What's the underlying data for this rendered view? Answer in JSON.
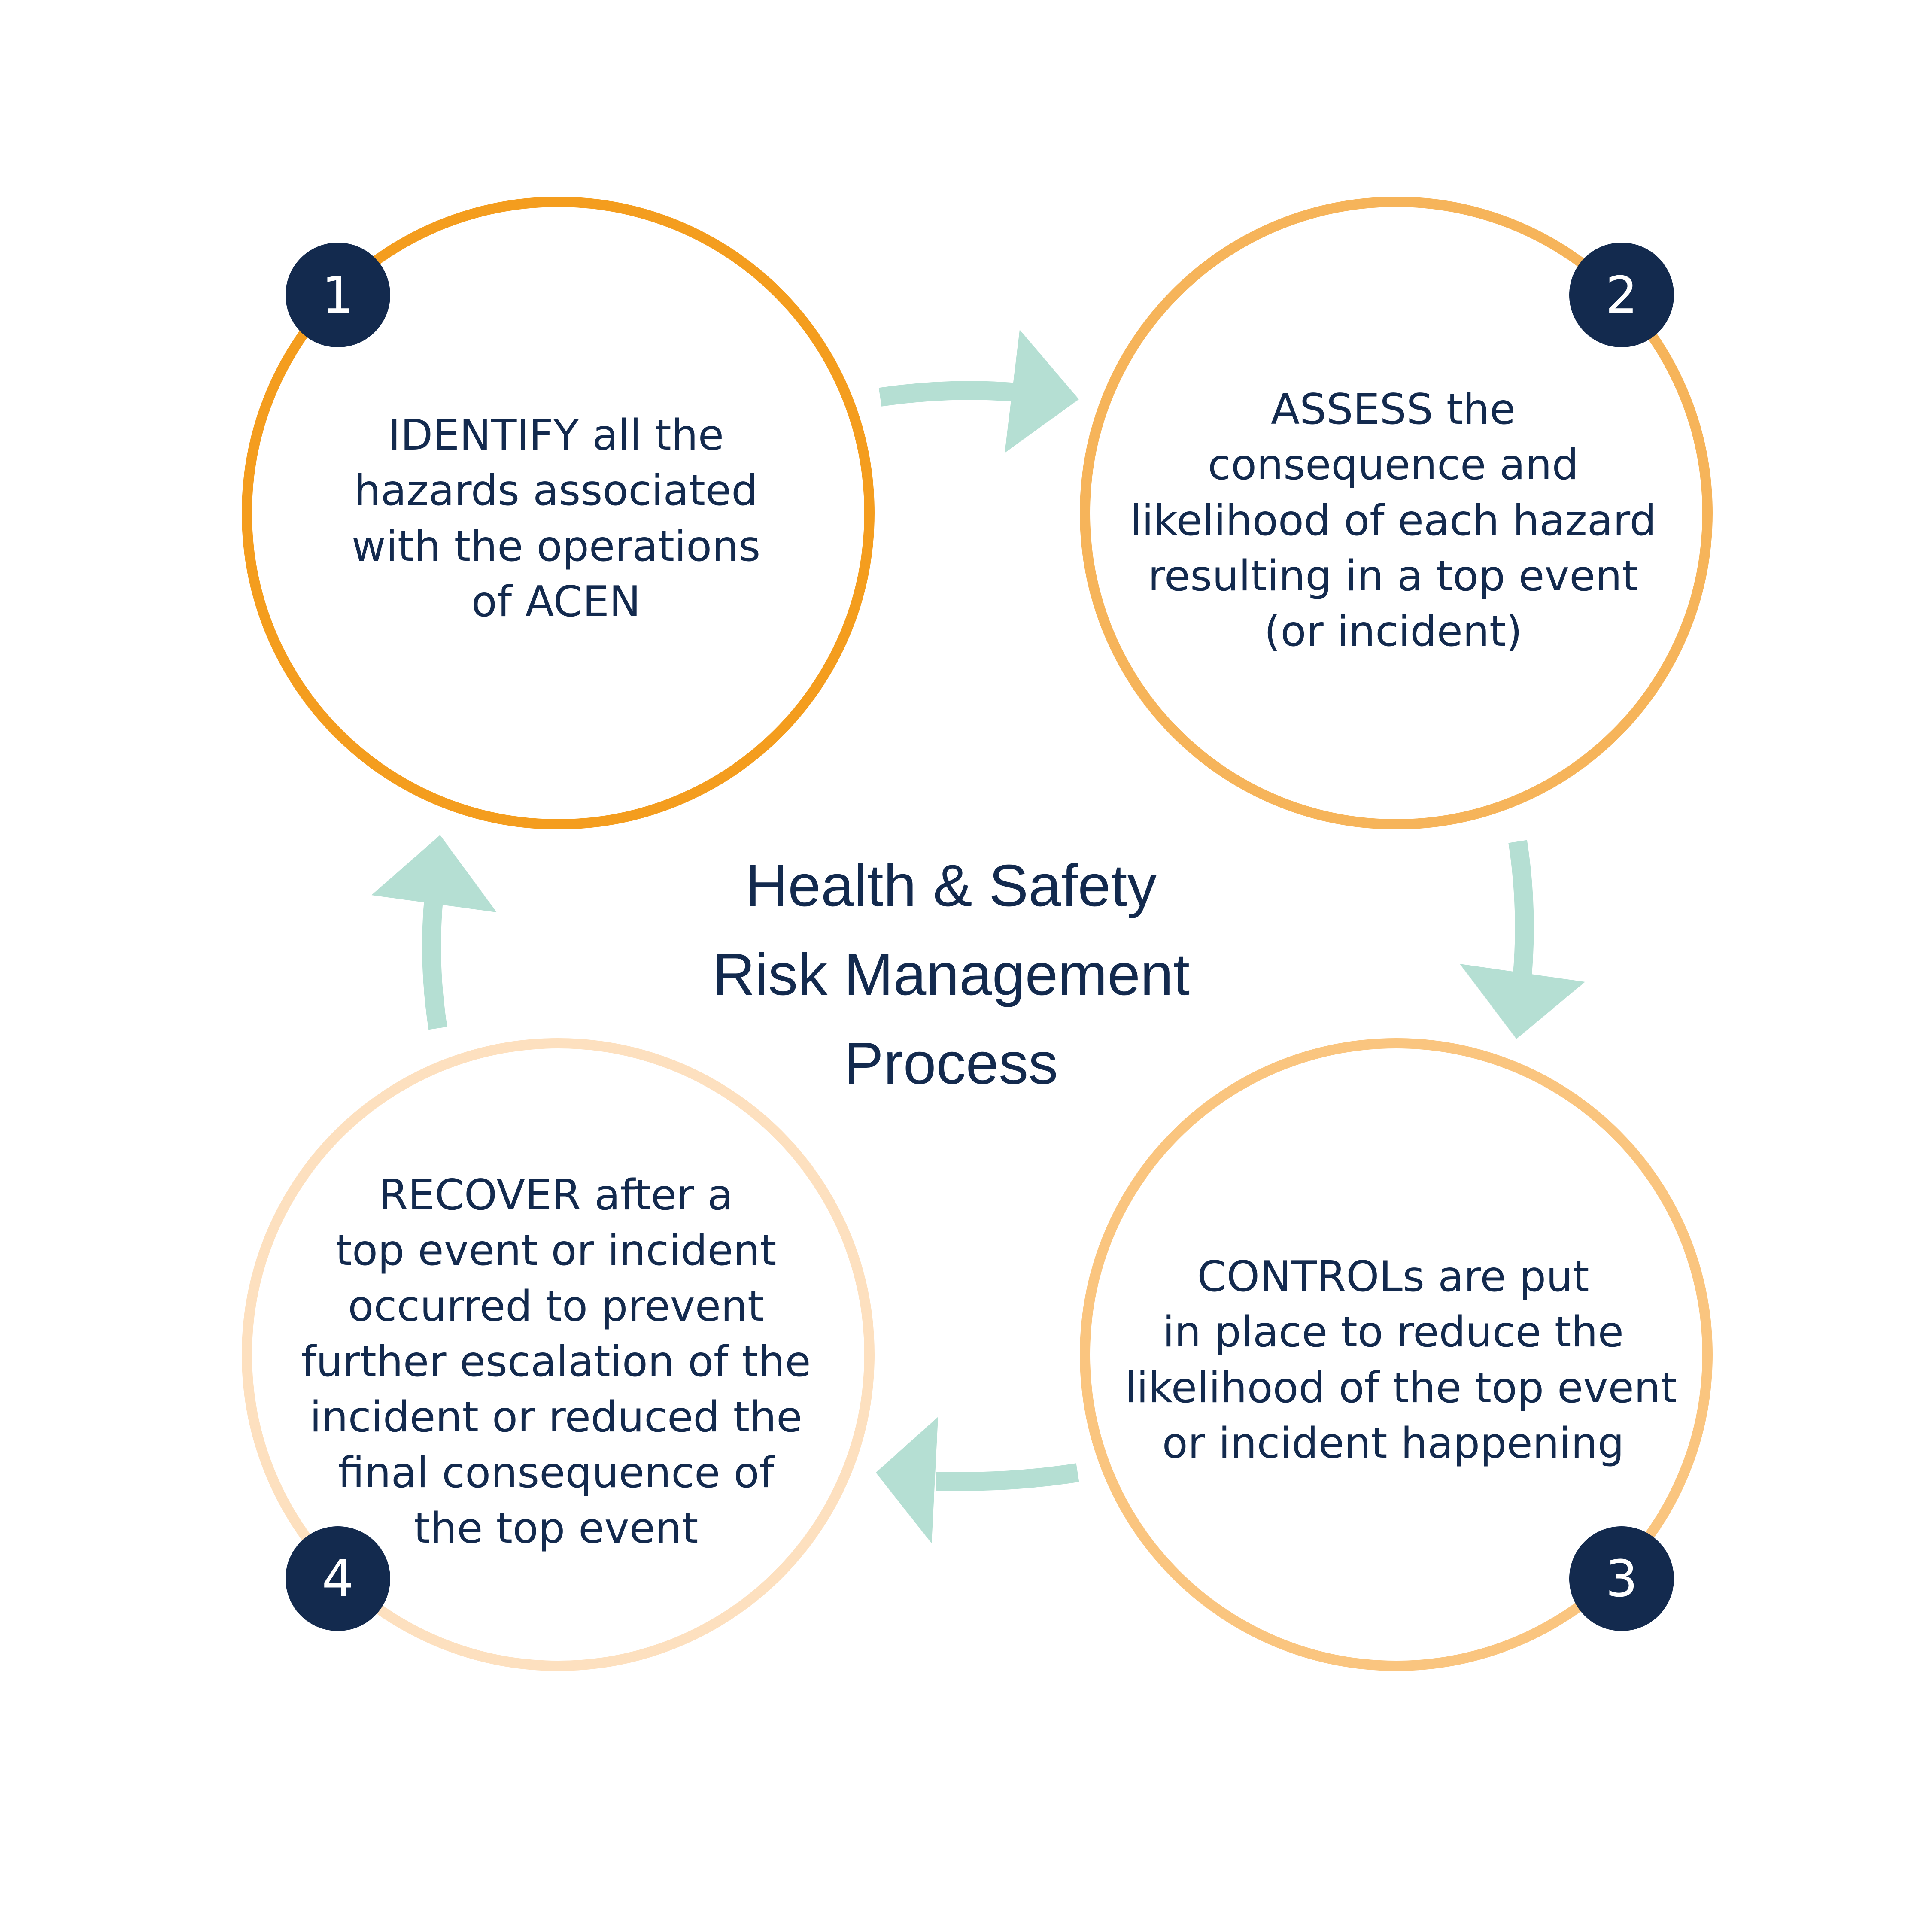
{
  "colors": {
    "circle_1": "#f49d1e",
    "circle_2": "#f6b45a",
    "circle_3": "#fac57f",
    "circle_4": "#fde0bf",
    "arrow": "#b5dfd3",
    "badge": "#132a4e",
    "text": "#132a4e"
  },
  "title": {
    "lines": [
      "Health & Safety",
      "Risk Management",
      "Process"
    ]
  },
  "steps": [
    {
      "number": "1",
      "lines": [
        "IDENTIFY all the",
        "hazards associated",
        "with the operations",
        "of ACEN"
      ]
    },
    {
      "number": "2",
      "lines": [
        "ASSESS the",
        "consequence and",
        "likelihood of each hazard",
        "resulting in a top event",
        "(or incident)"
      ]
    },
    {
      "number": "3",
      "lines": [
        "CONTROLs are put",
        "in place to reduce the",
        "likelihood of the top event",
        "or incident happening"
      ]
    },
    {
      "number": "4",
      "lines": [
        "RECOVER after a",
        "top event or incident",
        "occurred to prevent",
        "further escalation of the",
        "incident or reduced the",
        "final consequence of",
        "the top event"
      ]
    }
  ]
}
